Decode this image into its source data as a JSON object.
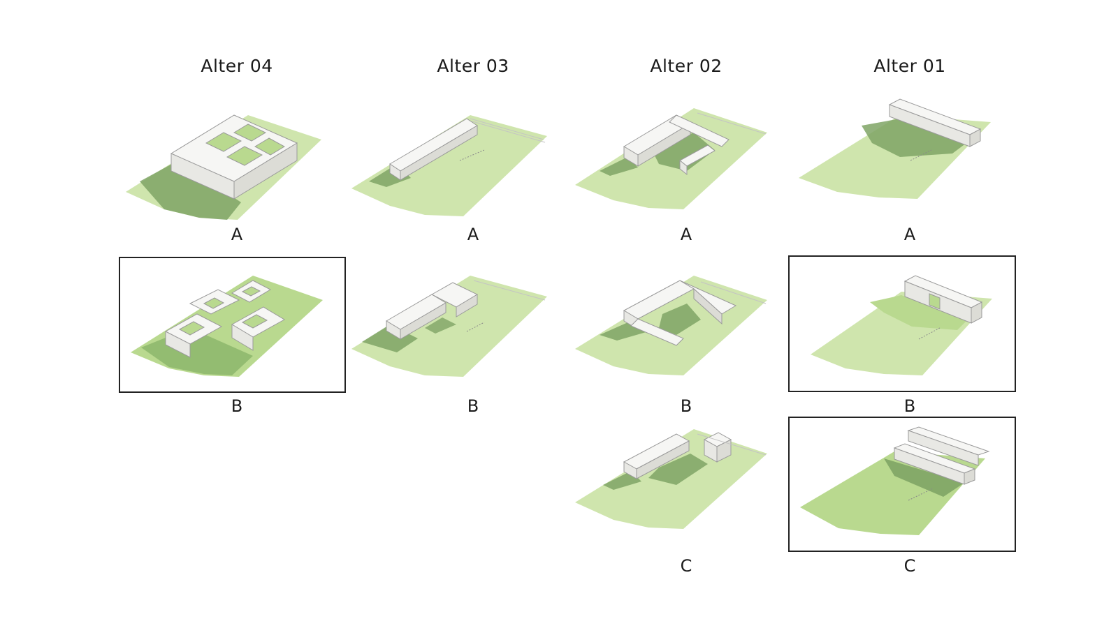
{
  "columns": [
    {
      "title": "Alter 04",
      "variants": [
        "A",
        "B"
      ]
    },
    {
      "title": "Alter 03",
      "variants": [
        "A",
        "B"
      ]
    },
    {
      "title": "Alter 02",
      "variants": [
        "A",
        "B",
        "C"
      ]
    },
    {
      "title": "Alter 01",
      "variants": [
        "A",
        "B",
        "C"
      ]
    }
  ],
  "selected": [
    "Alter 04 B",
    "Alter 01 B",
    "Alter 01 C"
  ],
  "colors": {
    "site": "#cfe5ad",
    "site_alt": "#b9d98f",
    "shadow": "#7fa465",
    "building": "#f6f6f4",
    "outline": "#9a9a9a",
    "frame": "#222222"
  }
}
